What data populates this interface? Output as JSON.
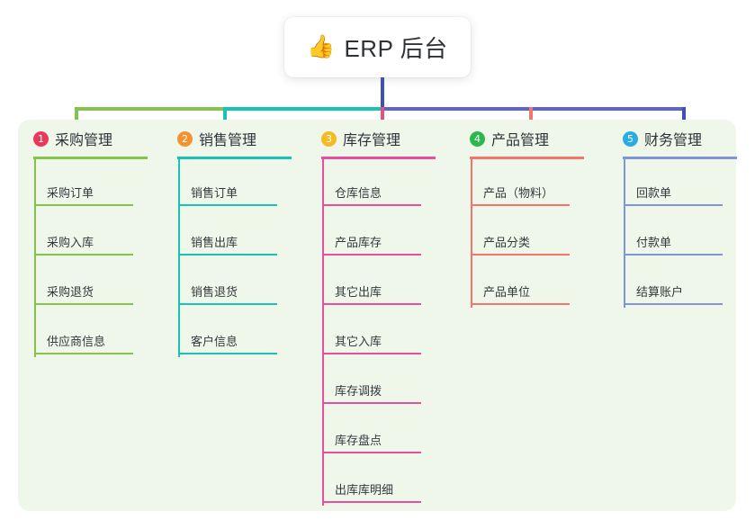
{
  "root": {
    "icon": "thumbs-up-icon",
    "emoji": "👍",
    "title": "ERP 后台"
  },
  "palette": {
    "panel_bg": "#eff7eb",
    "page_bg": "#ffffff",
    "trunk": "#3f51b5",
    "text": "#2f3337"
  },
  "columns": [
    {
      "number": "1",
      "title": "采购管理",
      "badge_color": "#e8395c",
      "line_color": "#84c44a",
      "stub_color": "#84c44a",
      "bar_color": "#84c44a",
      "items": [
        {
          "label": "采购订单"
        },
        {
          "label": "采购入库"
        },
        {
          "label": "采购退货"
        },
        {
          "label": "供应商信息"
        }
      ]
    },
    {
      "number": "2",
      "title": "销售管理",
      "badge_color": "#f5922f",
      "line_color": "#18c2b4",
      "stub_color": "#18c2b4",
      "bar_color": "#18c2b4",
      "items": [
        {
          "label": "销售订单"
        },
        {
          "label": "销售出库"
        },
        {
          "label": "销售退货"
        },
        {
          "label": "客户信息"
        }
      ]
    },
    {
      "number": "3",
      "title": "库存管理",
      "badge_color": "#f5b921",
      "line_color": "#e8509f",
      "stub_color": "#ea4d88",
      "bar_color": "#5f63cf",
      "items": [
        {
          "label": "仓库信息"
        },
        {
          "label": "产品库存"
        },
        {
          "label": "其它出库"
        },
        {
          "label": "其它入库"
        },
        {
          "label": "库存调拨"
        },
        {
          "label": "库存盘点"
        },
        {
          "label": "出库库明细"
        }
      ]
    },
    {
      "number": "4",
      "title": "产品管理",
      "badge_color": "#2db84d",
      "line_color": "#f4756b",
      "stub_color": "#f4756b",
      "bar_color": "#5f63cf",
      "items": [
        {
          "label": "产品（物料）"
        },
        {
          "label": "产品分类"
        },
        {
          "label": "产品单位"
        }
      ]
    },
    {
      "number": "5",
      "title": "财务管理",
      "badge_color": "#2aabe2",
      "line_color": "#7e95d8",
      "stub_color": "#3f51b5",
      "bar_color": "#3f51b5",
      "items": [
        {
          "label": "回款单"
        },
        {
          "label": "付款单"
        },
        {
          "label": "结算账户"
        }
      ]
    }
  ]
}
